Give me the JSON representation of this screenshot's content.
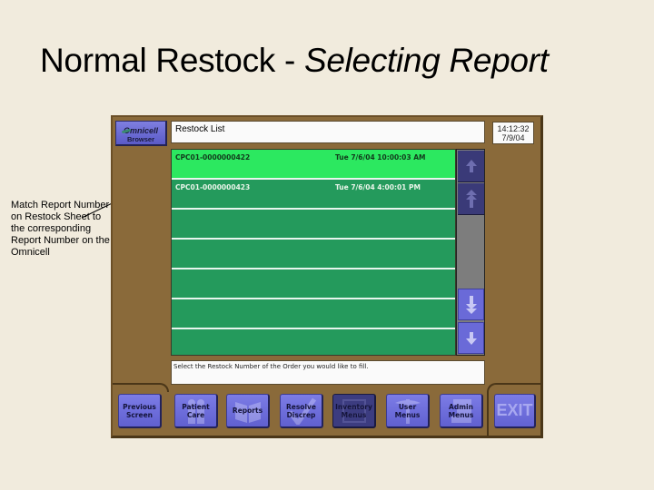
{
  "slide": {
    "title_plain": "Normal Restock - ",
    "title_italic": "Selecting Report",
    "callout_text": "Match Report Number on Restock Sheet to the corresponding Report Number on the Omnicell"
  },
  "app": {
    "logo": {
      "brand": "Omnicell",
      "sub": "Browser"
    },
    "header_title": "Restock List",
    "clock": {
      "time": "14:12:32",
      "date": "7/9/04"
    },
    "list": {
      "rows": [
        {
          "id": "CPC01-0000000422",
          "date": "Tue 7/6/04 10:00:03 AM",
          "selected": true
        },
        {
          "id": "CPC01-0000000423",
          "date": "Tue 7/6/04 4:00:01 PM",
          "selected": false
        },
        {
          "id": "",
          "date": "",
          "selected": false
        },
        {
          "id": "",
          "date": "",
          "selected": false
        },
        {
          "id": "",
          "date": "",
          "selected": false
        },
        {
          "id": "",
          "date": "",
          "selected": false
        },
        {
          "id": "",
          "date": "",
          "selected": false
        }
      ]
    },
    "scroll": {
      "top_icon": "arrow-up-icon",
      "page_up_icon": "double-arrow-up-icon",
      "page_down_icon": "double-arrow-down-icon",
      "bottom_icon": "arrow-down-icon"
    },
    "status_message": "Select the Restock Number of the Order you would like to fill.",
    "nav": [
      {
        "label_1": "Previous",
        "label_2": "Screen",
        "icon": "none"
      },
      {
        "label_1": "Patient",
        "label_2": "Care",
        "icon": "people-icon"
      },
      {
        "label_1": "Reports",
        "label_2": "",
        "icon": "book-icon"
      },
      {
        "label_1": "Resolve",
        "label_2": "Discrep",
        "icon": "checkmark-icon"
      },
      {
        "label_1": "Inventory",
        "label_2": "Menus",
        "icon": "cabinet-icon",
        "active": true
      },
      {
        "label_1": "User",
        "label_2": "Menus",
        "icon": "caduceus-icon"
      },
      {
        "label_1": "Admin",
        "label_2": "Menus",
        "icon": "document-icon"
      }
    ],
    "exit_label": "EXIT"
  },
  "colors": {
    "slide_bg": "#f1ebdd",
    "device_bg": "#8a6a3a",
    "row_green": "#249a5c",
    "row_selected": "#2ce860",
    "button_blue": "#6a6ad8",
    "button_dark": "#3c3c80"
  }
}
